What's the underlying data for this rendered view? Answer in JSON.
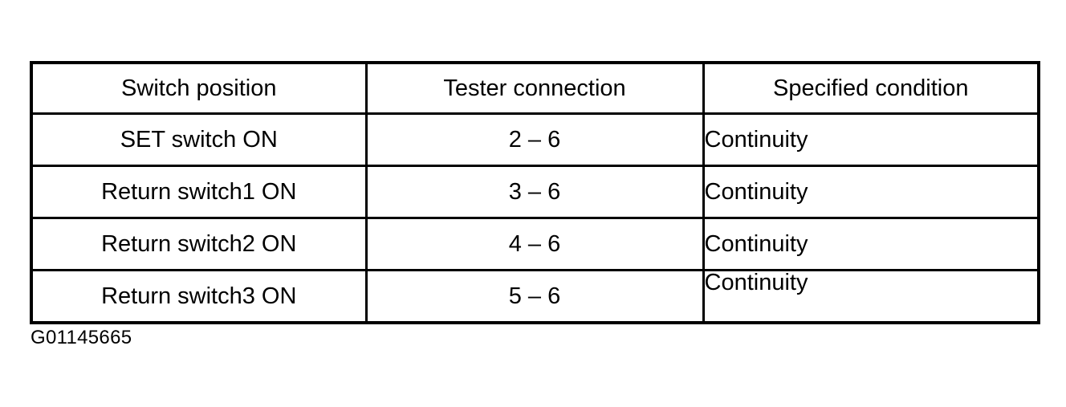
{
  "table": {
    "columns": [
      {
        "key": "switch_position",
        "label": "Switch position",
        "align": "center"
      },
      {
        "key": "tester_connection",
        "label": "Tester connection",
        "align": "center"
      },
      {
        "key": "specified_condition",
        "label": "Specified condition",
        "align": "left"
      }
    ],
    "rows": [
      {
        "switch_position": "SET switch ON",
        "tester_connection": "2 – 6",
        "specified_condition": "Continuity"
      },
      {
        "switch_position": "Return switch1 ON",
        "tester_connection": "3 – 6",
        "specified_condition": "Continuity"
      },
      {
        "switch_position": "Return switch2 ON",
        "tester_connection": "4 – 6",
        "specified_condition": "Continuity"
      },
      {
        "switch_position": "Return switch3 ON",
        "tester_connection": "5 – 6",
        "specified_condition": "Continuity"
      }
    ]
  },
  "caption": {
    "text": "G01145665"
  },
  "colors": {
    "ink": "#000000",
    "paper": "#ffffff"
  }
}
